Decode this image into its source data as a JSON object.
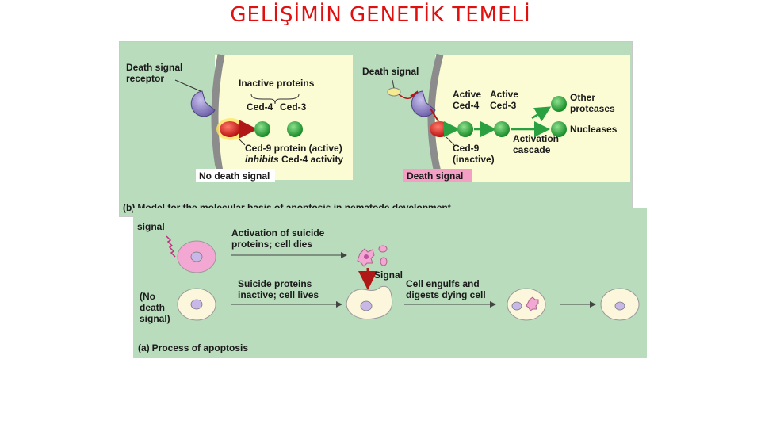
{
  "slide": {
    "title": "GELİŞİMİN GENETİK TEMELİ"
  },
  "panel_b": {
    "caption_marker": "(b)",
    "caption": "Model for the molecular basis of apoptosis in nematode development",
    "left": {
      "receptor_label_1": "Death signal",
      "receptor_label_2": "receptor",
      "inactive_proteins": "Inactive proteins",
      "ced4": "Ced-4",
      "ced3": "Ced-3",
      "ced9_line1": "Ced-9 protein (active)",
      "ced9_line2_italic": "inhibits",
      "ced9_line2_rest": " Ced-4 activity",
      "tag": "No death signal"
    },
    "right": {
      "death_signal": "Death signal",
      "active_1": "Active",
      "active_2": "Active",
      "ced4": "Ced-4",
      "ced3": "Ced-3",
      "ced9_line1": "Ced-9",
      "ced9_line2": "(inactive)",
      "activation_1": "Activation",
      "activation_2": "cascade",
      "other_1": "Other",
      "other_2": "proteases",
      "nucleases": "Nucleases",
      "tag": "Death signal"
    }
  },
  "panel_a": {
    "caption_marker": "(a)",
    "caption": "Process of apoptosis",
    "signal_label": "signal",
    "no_signal_1": "(No",
    "no_signal_2": "death",
    "no_signal_3": "signal)",
    "activation_1": "Activation of suicide",
    "activation_2": "proteins; cell dies",
    "suicide_1": "Suicide proteins",
    "suicide_2": "inactive; cell lives",
    "signal_word": "Signal",
    "engulf_1": "Cell engulfs and",
    "engulf_2": "digests dying cell"
  },
  "colors": {
    "title": "#e01010",
    "panel_bg": "#b9dcbc",
    "inner_bg": "#fbfbd4",
    "membrane": "#8c8c8c",
    "receptor": "#8a7fc0",
    "ced9": "#d81818",
    "ced_green": "#22a032",
    "arrow_red": "#b01818",
    "arrow_green": "#2aa040",
    "cell_pink": "#f2a8d2",
    "cell_cream": "#fbf6dc",
    "tag_pink": "#f4a0c4"
  }
}
